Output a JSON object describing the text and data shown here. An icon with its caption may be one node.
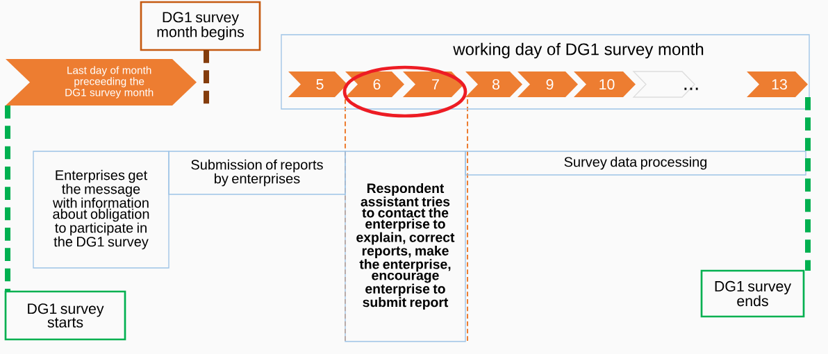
{
  "diagram": {
    "nodes": [
      {
        "text": [
          "DG1 survey month begins"
        ]
      },
      {
        "text": [
          "Last day of month preceeding the DG1 survey month"
        ]
      },
      {
        "text": [
          "working day of DG1 survey month"
        ]
      },
      {
        "text": [
          "5"
        ],
        "in": 2
      },
      {
        "text": [
          "6"
        ],
        "in": 2
      },
      {
        "text": [
          "7"
        ],
        "in": 2
      },
      {
        "text": [
          "8"
        ],
        "in": 2
      },
      {
        "text": [
          "9"
        ],
        "in": 2
      },
      {
        "text": [
          "10"
        ],
        "in": 2
      },
      {
        "text": [],
        "shape": "chevron",
        "in": 2
      },
      {
        "text": [
          "13"
        ],
        "in": 2
      },
      {
        "text": [
          "Enterprises get the message with information about obligation to participate in the DG1 survey"
        ]
      },
      {
        "text": [
          "Submission of reports by enterprises"
        ]
      },
      {
        "text": [
          "Respondent assistant tries to contact the enterprise to explain, correct reports, make the enterprise, encourage enterprise to submit report"
        ]
      },
      {
        "text": [
          "Survey data processing"
        ]
      },
      {
        "text": [
          "DG1 survey starts"
        ]
      },
      {
        "text": [
          "DG1 survey ends"
        ]
      }
    ],
    "edges": [
      {
        "from": 0,
        "to": null,
        "arrow": "none",
        "style": "dashed",
        "color": "#843c0c"
      },
      {
        "from": 1,
        "to": 15,
        "arrow": "none",
        "style": "dashed",
        "color": "#00b050"
      },
      {
        "from": 10,
        "to": 16,
        "arrow": "none",
        "style": "dashed",
        "color": "#00b050"
      }
    ],
    "labels": [
      "..."
    ]
  }
}
